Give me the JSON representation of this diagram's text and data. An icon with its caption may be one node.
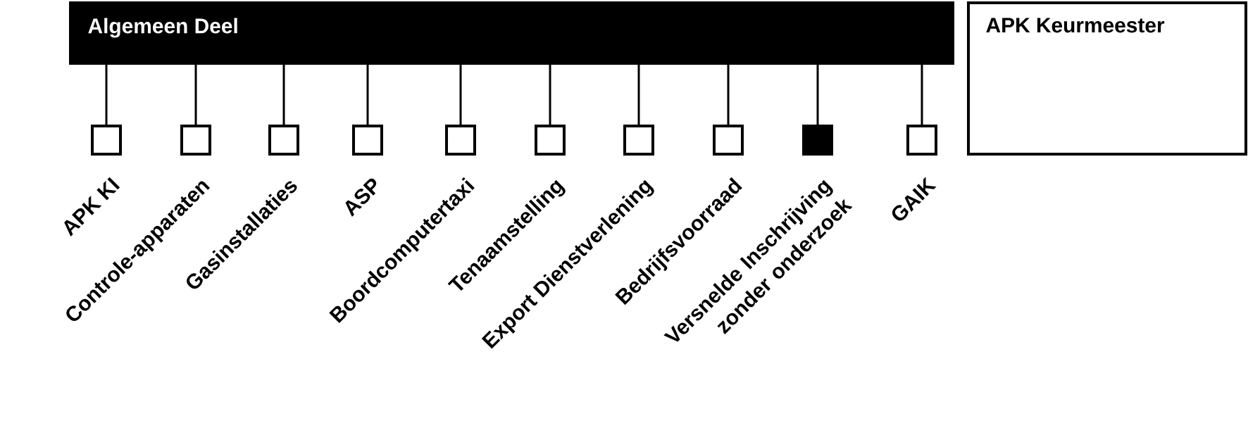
{
  "diagram": {
    "nodes": [
      {
        "text": [
          "Algemeen Deel"
        ]
      },
      {
        "text": [
          "APK Keurmeester"
        ]
      },
      {
        "text": [],
        "shape": "box",
        "beside": [
          "APK KI"
        ]
      },
      {
        "text": [],
        "shape": "box",
        "beside": [
          "Controle-apparaten"
        ]
      },
      {
        "text": [],
        "shape": "box",
        "beside": [
          "Gasinstallaties"
        ]
      },
      {
        "text": [],
        "shape": "box",
        "beside": [
          "ASP"
        ]
      },
      {
        "text": [],
        "shape": "box",
        "beside": [
          "Boordcomputertaxi"
        ]
      },
      {
        "text": [],
        "shape": "box",
        "beside": [
          "Tenaamstelling"
        ]
      },
      {
        "text": [],
        "shape": "box",
        "beside": [
          "Export Dienstverlening"
        ]
      },
      {
        "text": [],
        "shape": "box",
        "beside": [
          "Bedrijfsvoorraad"
        ]
      },
      {
        "text": [],
        "shape": "block",
        "beside": [
          "Versnelde Inschrijving zonder onderzoek"
        ]
      },
      {
        "text": [],
        "shape": "box",
        "beside": [
          "GAIK"
        ]
      }
    ],
    "edges": [
      {
        "from": 0,
        "to": 2,
        "arrow": "none"
      },
      {
        "from": 0,
        "to": 3,
        "arrow": "none"
      },
      {
        "from": 0,
        "to": 4,
        "arrow": "none"
      },
      {
        "from": 0,
        "to": 5,
        "arrow": "none"
      },
      {
        "from": 0,
        "to": 6,
        "arrow": "none"
      },
      {
        "from": 0,
        "to": 7,
        "arrow": "none"
      },
      {
        "from": 0,
        "to": 8,
        "arrow": "none"
      },
      {
        "from": 0,
        "to": 9,
        "arrow": "none"
      },
      {
        "from": 0,
        "to": 10,
        "arrow": "none"
      },
      {
        "from": 0,
        "to": 11,
        "arrow": "none"
      }
    ]
  }
}
